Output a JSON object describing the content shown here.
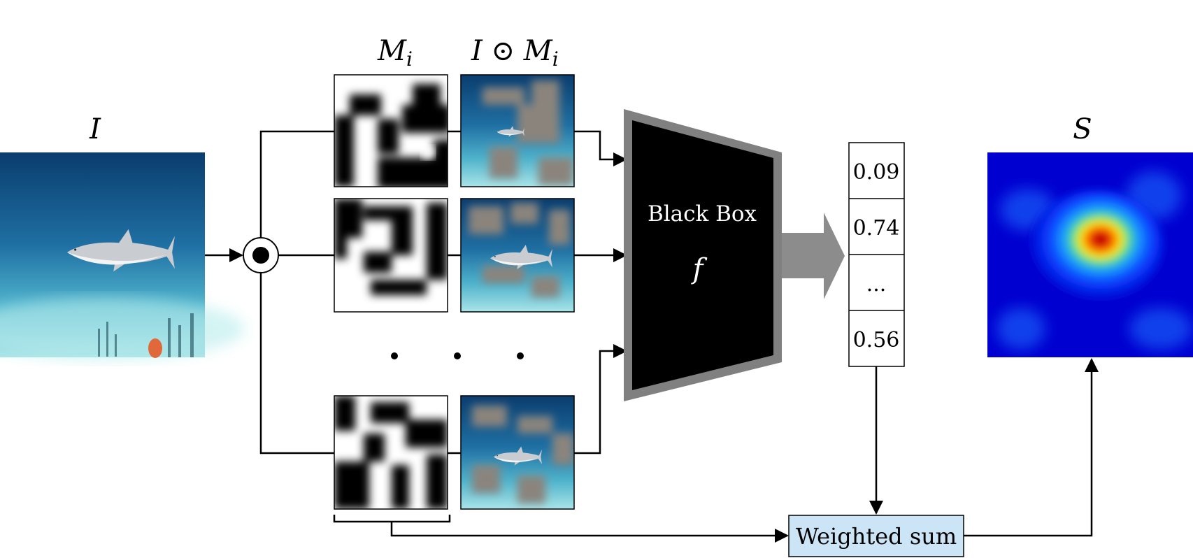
{
  "labels": {
    "input_symbol": "I",
    "mask_symbol": "M",
    "mask_subscript": "i",
    "masked_symbol_prefix": "I ⊙ ",
    "masked_symbol_M": "M",
    "masked_subscript": "i",
    "saliency_symbol": "S"
  },
  "black_box": {
    "title": "Black Box",
    "function_symbol": "f"
  },
  "scores": [
    "0.09",
    "0.74",
    "...",
    "0.56"
  ],
  "weighted_sum_label": "Weighted sum",
  "colors": {
    "black_box_fill": "#000000",
    "black_box_border": "#808080",
    "arrow_gray": "#8c8c8c",
    "weighted_sum_fill": "#cce5f6",
    "mask_gray": "#8a847d",
    "ocean_top": "#0d4a7d",
    "ocean_bottom": "#6fcfdc"
  },
  "icons": {
    "elementwise_product": "odot-icon",
    "shark": "shark-icon"
  }
}
